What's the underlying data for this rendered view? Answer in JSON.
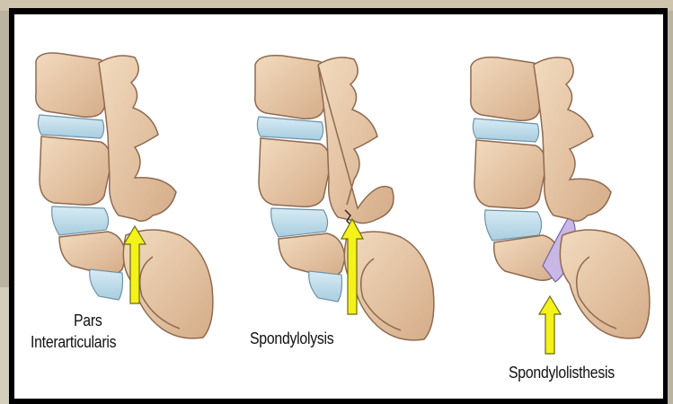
{
  "panels": [
    {
      "id": "normal",
      "label_line1": "Pars",
      "label_line2": "Interarticularis"
    },
    {
      "id": "lysis",
      "label_line1": "Spondylolysis",
      "label_line2": ""
    },
    {
      "id": "listhesis",
      "label_line1": "Spondylolisthesis",
      "label_line2": ""
    }
  ],
  "colors": {
    "bone": "#e8c9a6",
    "bone_shadow": "#b98d6d",
    "disc": "#bcd9e8",
    "arrow": "#f4f218",
    "slip": "#c9b7e6",
    "frame": "#000000"
  }
}
